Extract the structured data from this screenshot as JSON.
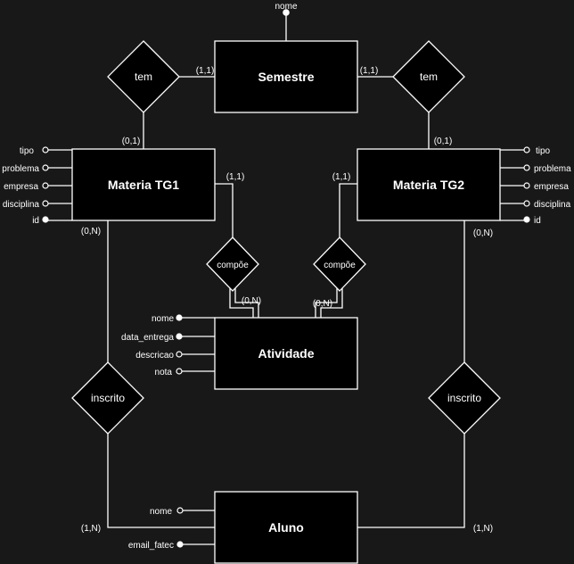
{
  "entities": {
    "semestre": "Semestre",
    "materia_tg1": "Materia TG1",
    "materia_tg2": "Materia TG2",
    "atividade": "Atividade",
    "aluno": "Aluno"
  },
  "relationships": {
    "tem_left": "tem",
    "tem_right": "tem",
    "compoe_left": "compõe",
    "compoe_right": "compõe",
    "inscrito_left": "inscrito",
    "inscrito_right": "inscrito"
  },
  "attributes": {
    "semestre": [
      "nome"
    ],
    "materia_tg1": [
      "tipo",
      "problema",
      "empresa",
      "disciplina",
      "id"
    ],
    "materia_tg2": [
      "tipo",
      "problema",
      "empresa",
      "disciplina",
      "id"
    ],
    "atividade": [
      "nome",
      "data_entrega",
      "descricao",
      "nota"
    ],
    "aluno": [
      "nome",
      "email_fatec"
    ]
  },
  "cardinalities": {
    "semestre_left": "(1,1)",
    "semestre_right": "(1,1)",
    "tg1_top": "(0,1)",
    "tg2_top": "(0,1)",
    "tg1_right": "(1,1)",
    "tg2_left": "(1,1)",
    "tg1_bottom": "(0,N)",
    "tg2_bottom": "(0,N)",
    "atividade_left": "(0,N)",
    "atividade_right": "(0,N)",
    "aluno_left": "(1,N)",
    "aluno_right": "(1,N)"
  },
  "colors": {
    "background": "#181818",
    "shape_fill": "#000000",
    "stroke": "#ffffff",
    "text": "#ffffff"
  }
}
